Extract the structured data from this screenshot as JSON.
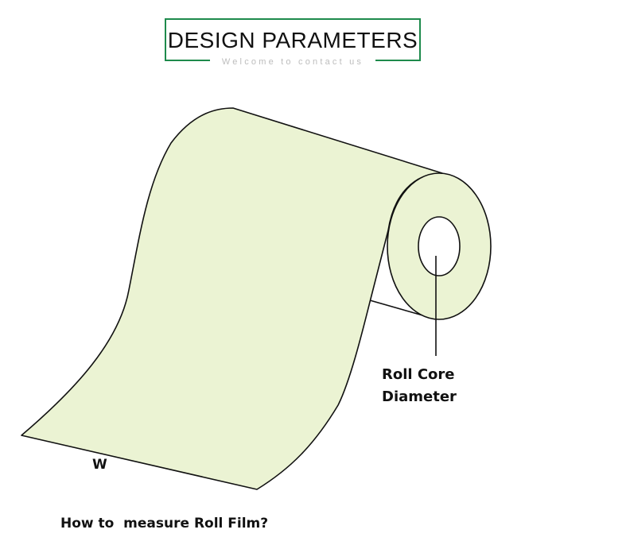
{
  "header": {
    "title": "DESIGN PARAMETERS",
    "subtitle": "Welcome to contact us"
  },
  "diagram": {
    "core_label_line1": "Roll Core",
    "core_label_line2": "Diameter",
    "width_label": "W",
    "question": "How to  measure Roll Film?"
  },
  "colors": {
    "frame": "#1e8a4c",
    "film_fill": "#ebf3d3",
    "stroke": "#111111"
  }
}
